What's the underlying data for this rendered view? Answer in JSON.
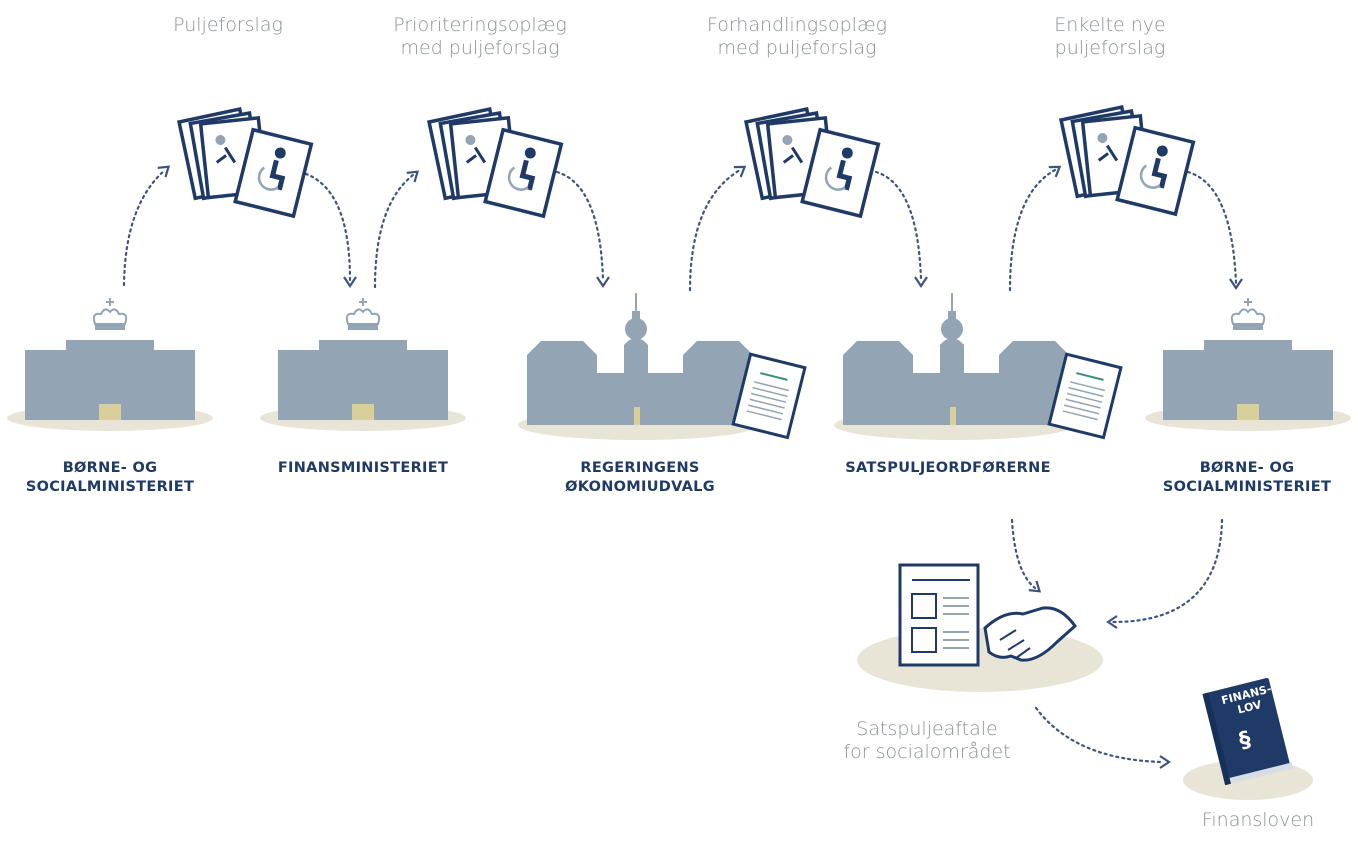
{
  "proposals": [
    {
      "id": "p1",
      "label": "Puljeforslag"
    },
    {
      "id": "p2",
      "label": "Prioriteringsoplæg\nmed puljeforslag"
    },
    {
      "id": "p3",
      "label": "Forhandlingsoplæg\nmed puljeforslag"
    },
    {
      "id": "p4",
      "label": "Enkelte nye\npuljeforslag"
    }
  ],
  "institutions": [
    {
      "id": "b1",
      "label": "BØRNE- OG\nSOCIALMINISTERIET",
      "kind": "ministry"
    },
    {
      "id": "b2",
      "label": "FINANSMINISTERIET",
      "kind": "ministry"
    },
    {
      "id": "b3",
      "label": "REGERINGENS\nØKONOMIUDVALG",
      "kind": "palace"
    },
    {
      "id": "b4",
      "label": "SATSPULJEORDFØRERNE",
      "kind": "palace"
    },
    {
      "id": "b5",
      "label": "BØRNE- OG\nSOCIALMINISTERIET",
      "kind": "ministry"
    }
  ],
  "outcomes": {
    "agreement": "Satspuljeaftale\nfor socialområdet",
    "finance_law": "Finansloven",
    "book_title": "FINANS-\nLOV",
    "book_symbol": "§"
  },
  "colors": {
    "navy": "#1f3a66",
    "building": "#93a4b4",
    "window": "#e8eef3",
    "ground": "#e8e5d7",
    "door": "#d8cf9a",
    "arrow": "#3d5482",
    "label": "#8a9097"
  }
}
